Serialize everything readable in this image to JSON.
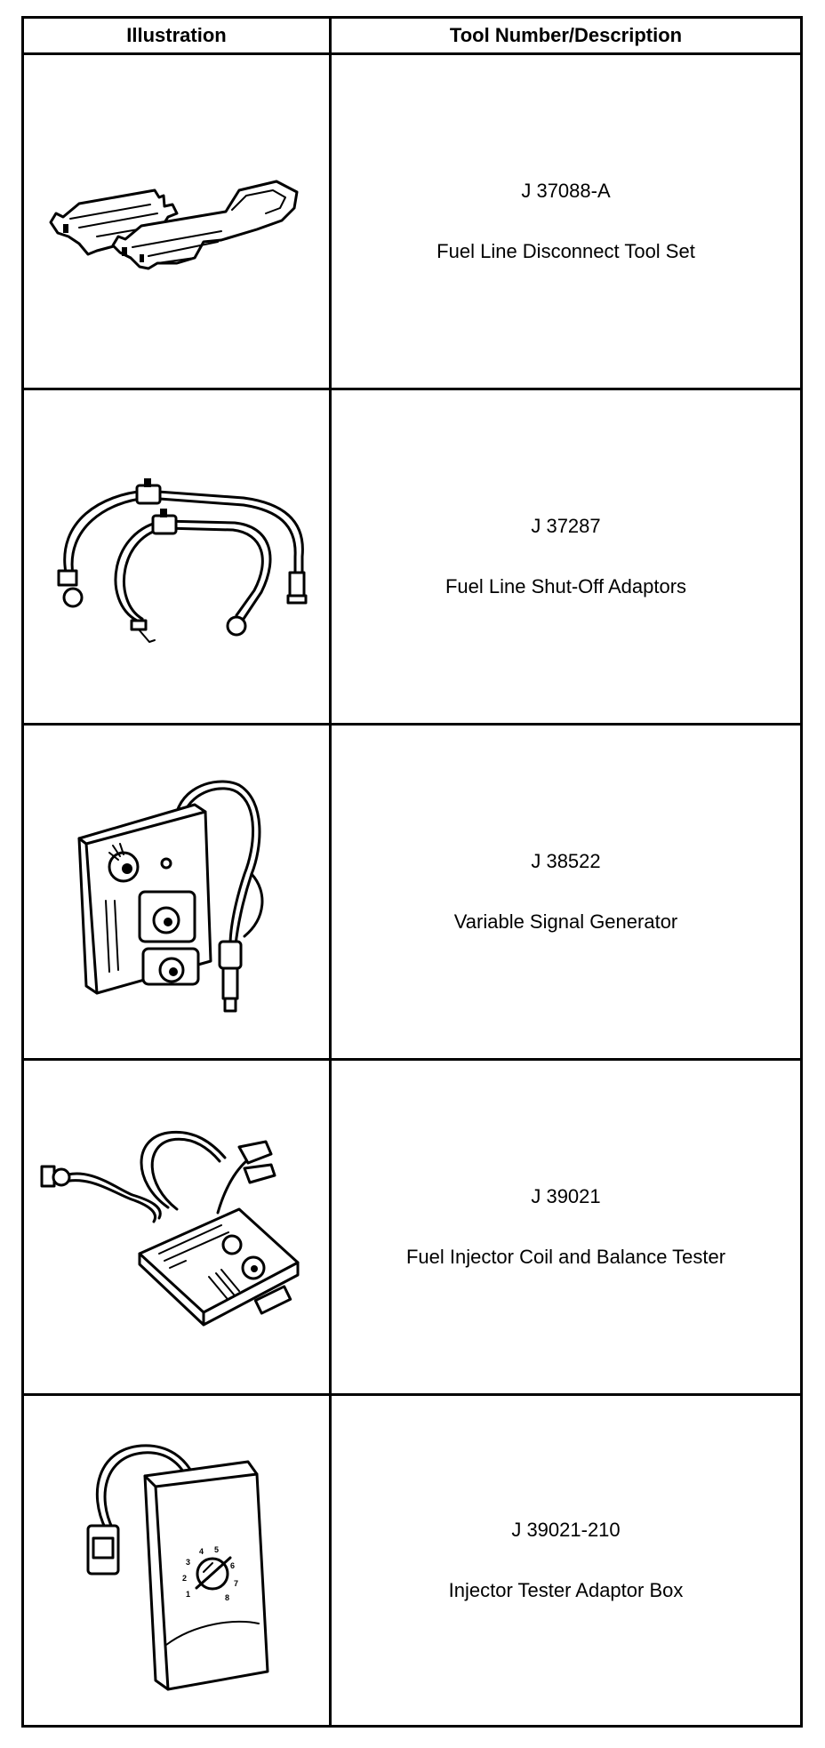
{
  "table": {
    "headers": {
      "illustration": "Illustration",
      "tool_number_description": "Tool Number/Description"
    },
    "rows": [
      {
        "tool_number": "J 37088-A",
        "description": "Fuel Line Disconnect Tool Set",
        "illustration_icon": "fuel-line-disconnect-tool-set-illustration"
      },
      {
        "tool_number": "J 37287",
        "description": "Fuel Line Shut-Off Adaptors",
        "illustration_icon": "fuel-line-shut-off-adaptors-illustration"
      },
      {
        "tool_number": "J 38522",
        "description": "Variable Signal Generator",
        "illustration_icon": "variable-signal-generator-illustration"
      },
      {
        "tool_number": "J 39021",
        "description": "Fuel Injector Coil and Balance Tester",
        "illustration_icon": "fuel-injector-coil-balance-tester-illustration"
      },
      {
        "tool_number": "J 39021-210",
        "description": "Injector Tester Adaptor Box",
        "illustration_icon": "injector-tester-adaptor-box-illustration",
        "dial_numbers": [
          "1",
          "2",
          "3",
          "4",
          "5",
          "6",
          "7",
          "8"
        ]
      }
    ]
  }
}
